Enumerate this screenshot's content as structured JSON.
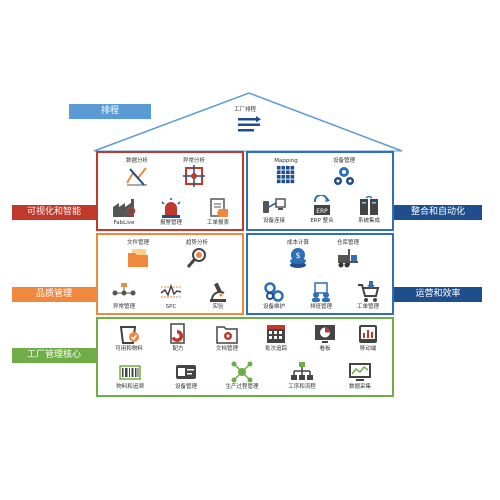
{
  "roof": {
    "tag": "排程",
    "label": "工厂排程",
    "tag_color": "#5b9bd5"
  },
  "side_tags": {
    "visual": "可视化和智能",
    "quality": "品质管理",
    "core": "工厂管理核心",
    "integration": "整合和自动化",
    "efficiency": "运营和效率"
  },
  "colors": {
    "red": "#c0392b",
    "blue": "#2e6fb6",
    "orange": "#f0883e",
    "green": "#70ad47",
    "navy": "#1f4e8c"
  },
  "visual": {
    "items": [
      {
        "label": "数据分析",
        "icon": "chart-x-icon"
      },
      {
        "label": "异常分析",
        "icon": "crosshair-icon"
      },
      {
        "label": "FabLive",
        "icon": "factory-icon"
      },
      {
        "label": "报警管理",
        "icon": "siren-icon"
      },
      {
        "label": "工单报表",
        "icon": "report-tag-icon"
      }
    ]
  },
  "integration": {
    "items": [
      {
        "label": "Mapping",
        "icon": "grid-icon"
      },
      {
        "label": "设备管理",
        "icon": "gears-icon"
      },
      {
        "label": "设备连接",
        "icon": "device-link-icon"
      },
      {
        "label": "ERP 整合",
        "icon": "erp-icon"
      },
      {
        "label": "系统集成",
        "icon": "server-icon"
      }
    ]
  },
  "quality": {
    "items": [
      {
        "label": "文件管理",
        "icon": "folder-icon"
      },
      {
        "label": "趋势分析",
        "icon": "magnifier-icon"
      },
      {
        "label": "异常管理",
        "icon": "flow-icon"
      },
      {
        "label": "SPC",
        "icon": "spc-icon"
      },
      {
        "label": "实验",
        "icon": "microscope-icon"
      }
    ]
  },
  "efficiency": {
    "items": [
      {
        "label": "成本计算",
        "icon": "coins-icon"
      },
      {
        "label": "仓库管理",
        "icon": "forklift-icon"
      },
      {
        "label": "设备维护",
        "icon": "chain-icon"
      },
      {
        "label": "排班管理",
        "icon": "people-icon"
      },
      {
        "label": "工单管理",
        "icon": "cart-icon"
      }
    ]
  },
  "core": {
    "items": [
      {
        "label": "可用和物料",
        "icon": "cup-check-icon"
      },
      {
        "label": "配方",
        "icon": "pie-doc-icon"
      },
      {
        "label": "文档管理",
        "icon": "folder-gear-icon"
      },
      {
        "label": "批次追踪",
        "icon": "calendar-grid-icon"
      },
      {
        "label": "看板",
        "icon": "monitor-pie-icon"
      },
      {
        "label": "移动端",
        "icon": "tablet-icon"
      },
      {
        "label": "物料和追溯",
        "icon": "barcode-icon"
      },
      {
        "label": "设备管理",
        "icon": "id-card-icon"
      },
      {
        "label": "生产过程管理",
        "icon": "network-icon"
      },
      {
        "label": "工序和流程",
        "icon": "tree-icon"
      },
      {
        "label": "数据采集",
        "icon": "screen-chart-icon"
      }
    ]
  }
}
